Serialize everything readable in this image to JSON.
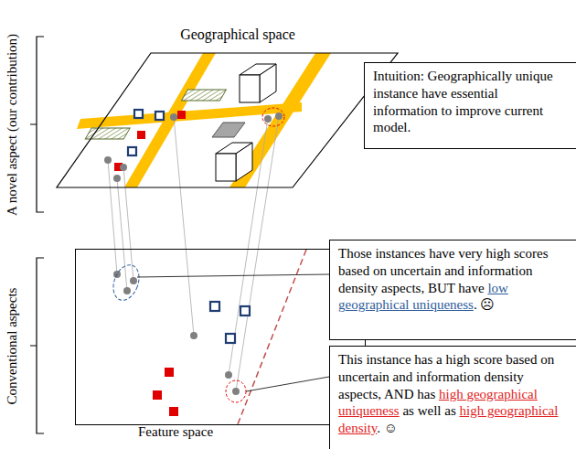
{
  "diagram": {
    "nodes": [
      {
        "text": [
          "Geographical space"
        ]
      },
      {
        "text": [
          "Intuition: Geographically unique instance have essential information to improve current model."
        ]
      },
      {
        "text": [
          "Feature space"
        ]
      },
      {
        "text": [
          "Those instances have very high scores based on uncertain and information density aspects, BUT have",
          "low geographical uniqueness",
          ". ☹"
        ]
      },
      {
        "text": [
          "This instance has a high score based on uncertain and information density aspects, AND has",
          "high geographical uniqueness",
          "as well as",
          "high geographical density",
          ". ☺"
        ]
      }
    ],
    "labels": [
      "A novel aspect (our contribution)",
      "Conventional aspects"
    ]
  }
}
